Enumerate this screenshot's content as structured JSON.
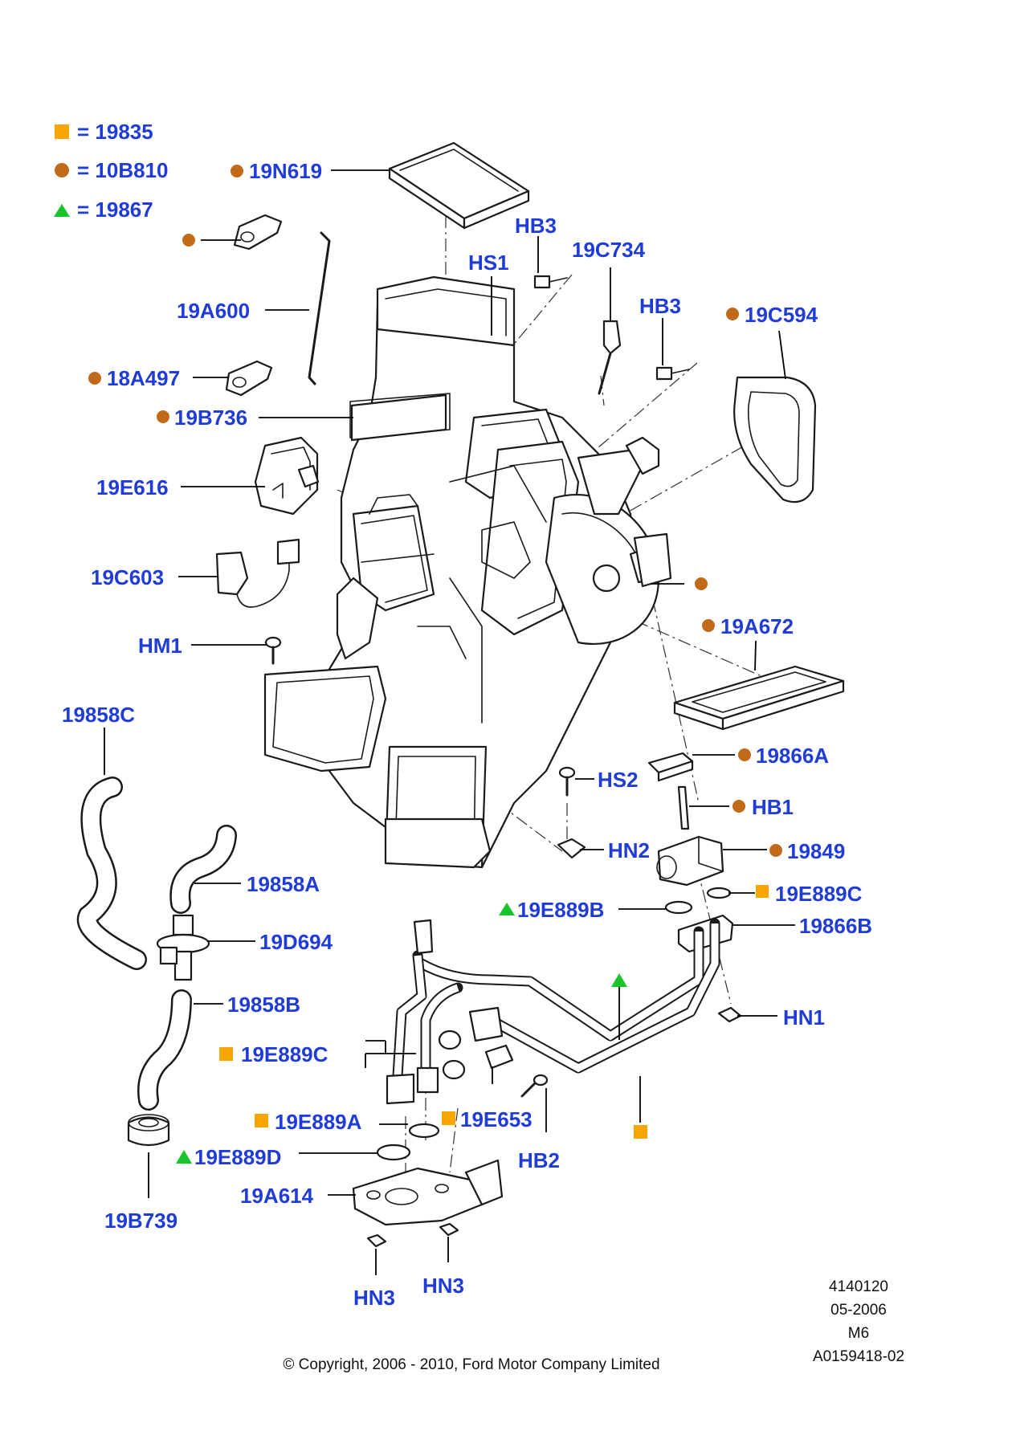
{
  "legend": [
    {
      "symbol": "square",
      "color": "#f7a600",
      "text": "= 19835"
    },
    {
      "symbol": "circle",
      "color": "#c06a1a",
      "text": "= 10B810"
    },
    {
      "symbol": "triangle",
      "color": "#18c42a",
      "text": "= 19867"
    }
  ],
  "labels": {
    "p19N619": "19N619",
    "pHB3a": "HB3",
    "pHS1": "HS1",
    "p19C734": "19C734",
    "pHB3b": "HB3",
    "p19C594": "19C594",
    "p19A600": "19A600",
    "p18A497": "18A497",
    "p19B736": "19B736",
    "p19E616": "19E616",
    "p19C603": "19C603",
    "p19A672": "19A672",
    "pHM1": "HM1",
    "p19858C": "19858C",
    "p19866A": "19866A",
    "pHS2": "HS2",
    "pHB1": "HB1",
    "pHN2": "HN2",
    "p19849": "19849",
    "p19858A": "19858A",
    "p19E889C_r": "19E889C",
    "p19E889B": "19E889B",
    "p19866B": "19866B",
    "p19D694": "19D694",
    "pHN1": "HN1",
    "p19858B": "19858B",
    "p19E889C_l": "19E889C",
    "p19E889A": "19E889A",
    "p19E653": "19E653",
    "pHB2": "HB2",
    "p19E889D": "19E889D",
    "p19A614": "19A614",
    "p19B739": "19B739",
    "pHN3a": "HN3",
    "pHN3b": "HN3"
  },
  "meta": {
    "code": "4140120",
    "date": "05-2006",
    "model": "M6",
    "ref": "A0159418-02"
  },
  "copyright": "© Copyright, 2006 - 2010, Ford Motor Company Limited"
}
